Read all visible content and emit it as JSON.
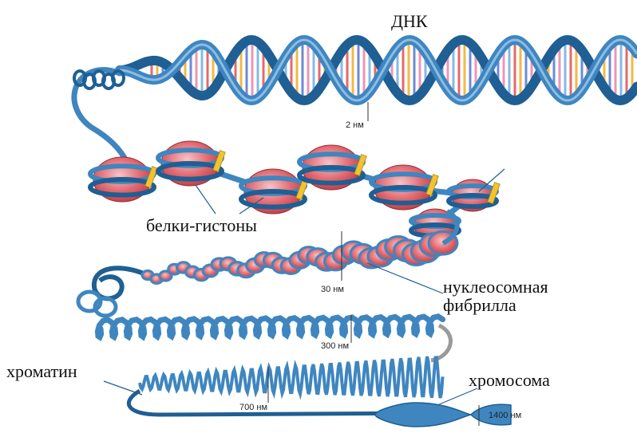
{
  "labels": {
    "dna": "ДНК",
    "histones": "белки-гистоны",
    "nucleosome_fibril": "нуклеосомная\nфибрилла",
    "chromatin": "хроматин",
    "chromosome": "хромосома"
  },
  "measurements": {
    "dna_width": "2 нм",
    "fibril_width": "30 нм",
    "loop_300": "300 нм",
    "loop_700": "700 нм",
    "chromosome_width": "1400 нм"
  },
  "colors": {
    "strand_blue": "#3f86c0",
    "strand_dark": "#1f5f93",
    "histone_red": "#d9484f",
    "histone_pink": "#f2a0a5",
    "linker_yellow": "#f1c232"
  }
}
